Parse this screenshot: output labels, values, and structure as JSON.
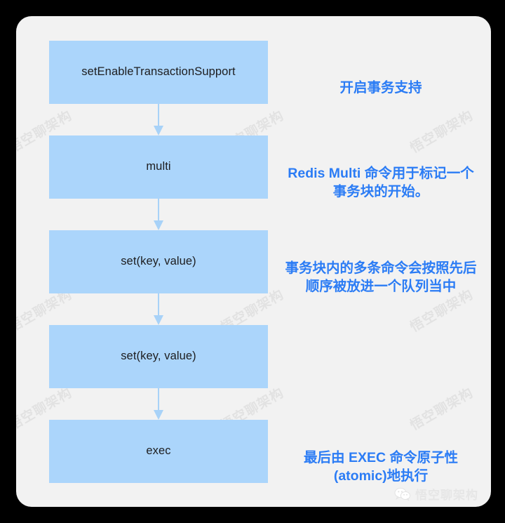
{
  "canvas": {
    "background": "#000000",
    "card_background": "#f2f2f2",
    "node_color": "#abd5fb",
    "arrow_color": "#a8d2f8",
    "accent_text_color": "#2b7cf5",
    "node_text_color": "#1d1d1f"
  },
  "watermark": {
    "text": "悟空聊架构",
    "color": "#e2e2e2"
  },
  "flow": {
    "nodes": [
      {
        "label": "setEnableTransactionSupport"
      },
      {
        "label": "multi"
      },
      {
        "label": "set(key, value)"
      },
      {
        "label": "set(key, value)"
      },
      {
        "label": "exec"
      }
    ],
    "arrow_icon": "down-arrow-icon"
  },
  "annotations": [
    {
      "text": "开启事务支持"
    },
    {
      "text": "Redis Multi 命令用于标记一个事务块的开始。"
    },
    {
      "text": "事务块内的多条命令会按照先后顺序被放进一个队列当中"
    },
    {
      "text": ""
    },
    {
      "text": "最后由 EXEC 命令原子性(atomic)地执行"
    }
  ],
  "brand": {
    "icon": "wechat-icon",
    "name": "悟空聊架构"
  }
}
